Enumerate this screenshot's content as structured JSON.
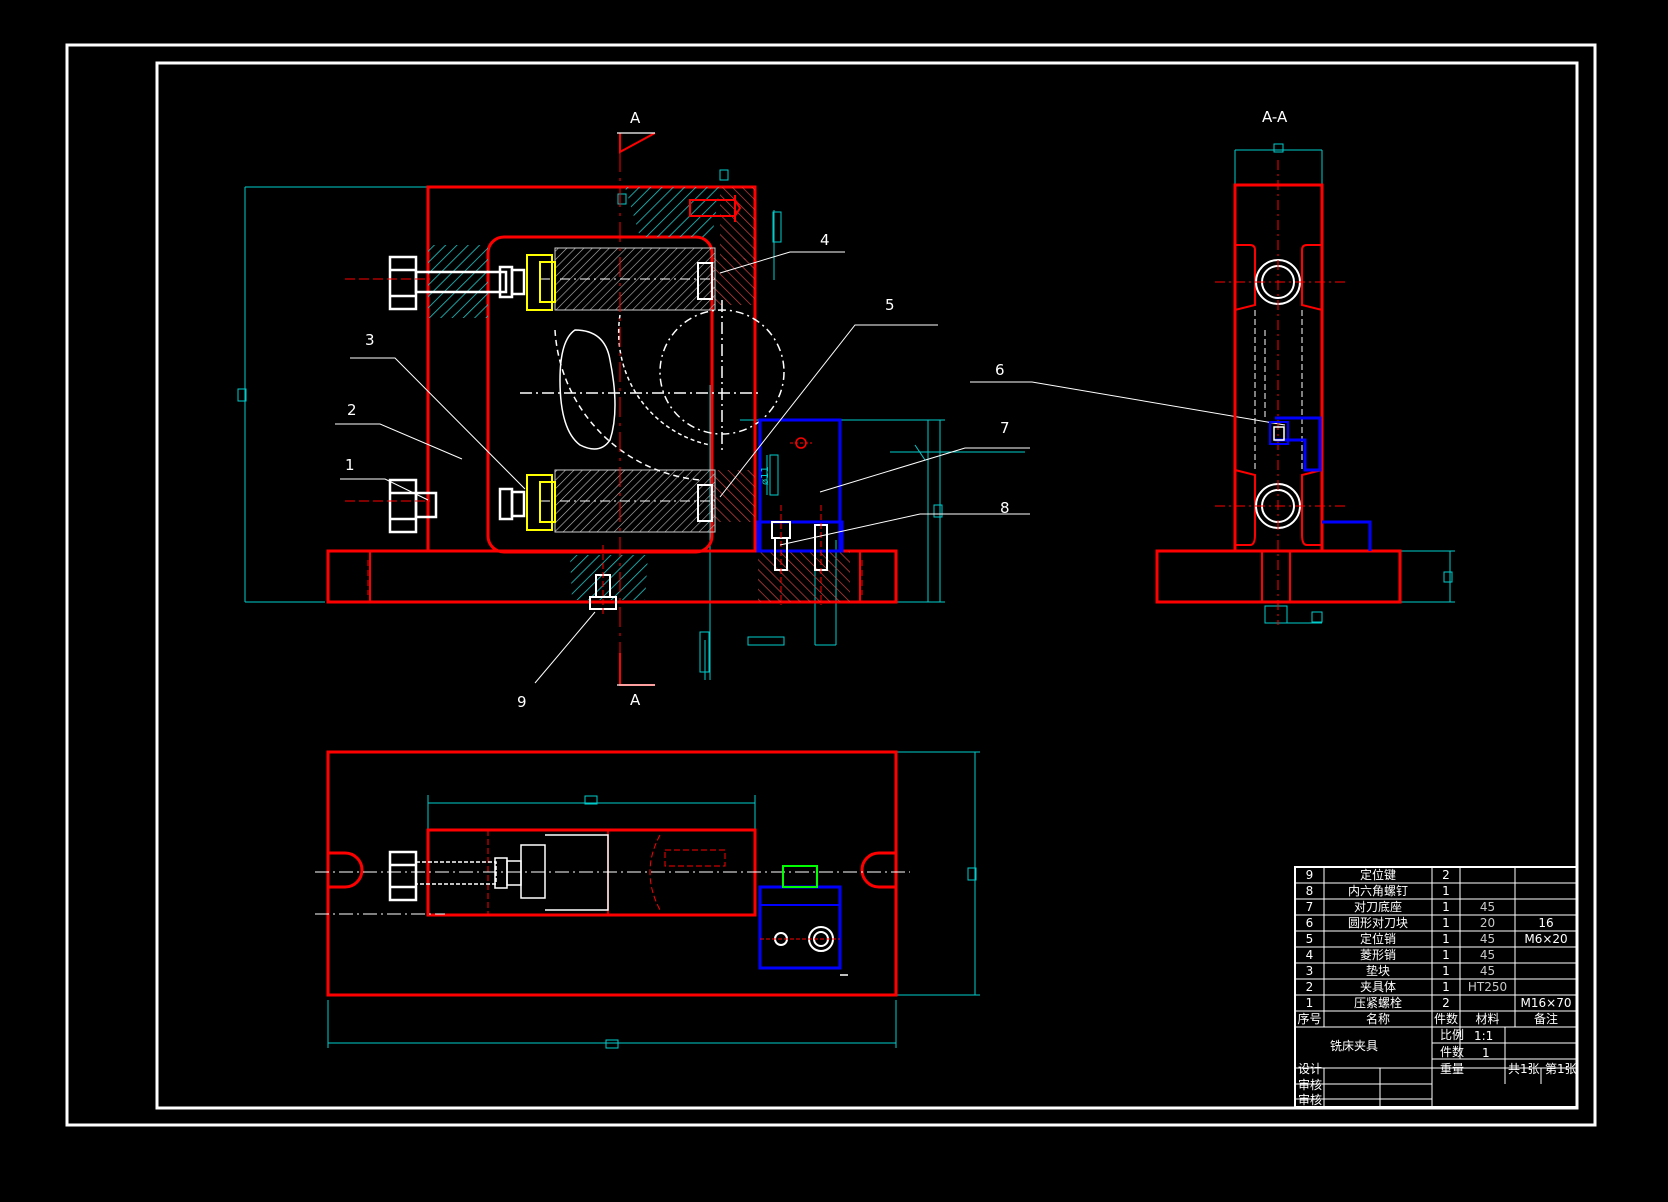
{
  "section_marks": {
    "top": "A",
    "bottom": "A",
    "side_view": "A-A"
  },
  "dimension_labels": {
    "bore": "ø11"
  },
  "part_callouts": [
    "1",
    "2",
    "3",
    "4",
    "5",
    "6",
    "7",
    "8",
    "9"
  ],
  "title_block": {
    "title": "铣床夹具",
    "bom_rows": [
      {
        "no": "9",
        "name": "定位键",
        "qty": "2",
        "material": "",
        "note": ""
      },
      {
        "no": "8",
        "name": "内六角螺钉",
        "qty": "1",
        "material": "",
        "note": ""
      },
      {
        "no": "7",
        "name": "对刀底座",
        "qty": "1",
        "material": "45",
        "note": ""
      },
      {
        "no": "6",
        "name": "圆形对刀块",
        "qty": "1",
        "material": "20",
        "note": "16"
      },
      {
        "no": "5",
        "name": "定位销",
        "qty": "1",
        "material": "45",
        "note": "M6×20"
      },
      {
        "no": "4",
        "name": "菱形销",
        "qty": "1",
        "material": "45",
        "note": ""
      },
      {
        "no": "3",
        "name": "垫块",
        "qty": "1",
        "material": "45",
        "note": ""
      },
      {
        "no": "2",
        "name": "夹具体",
        "qty": "1",
        "material": "HT250",
        "note": ""
      },
      {
        "no": "1",
        "name": "压紧螺栓",
        "qty": "2",
        "material": "",
        "note": "M16×70"
      }
    ],
    "header": {
      "no": "序号",
      "name": "名称",
      "qty": "件数",
      "material": "材料",
      "note": "备注"
    },
    "scale_label": "比例",
    "scale": "1:1",
    "count_label": "件数",
    "count": "1",
    "weight_label": "重量",
    "sheets_total": "共1张",
    "sheet_no": "第1张",
    "roles": [
      "设计",
      "审核",
      "审核"
    ]
  },
  "colors": {
    "outline": "#ff0000",
    "frame": "#ffffff",
    "dimension": "#00cccc",
    "hatch": "#00ffff",
    "standard_part": "#ffff00",
    "setting_block": "#0000ff",
    "key": "#00ff00",
    "background": "#000000"
  }
}
